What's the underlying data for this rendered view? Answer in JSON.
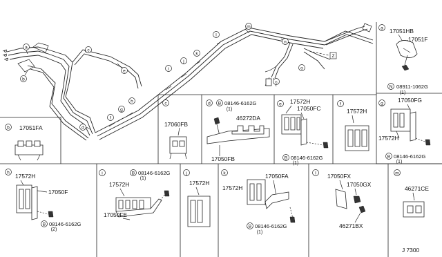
{
  "main_view": {
    "callouts": [
      "a",
      "b",
      "c",
      "e",
      "d",
      "f",
      "g",
      "h",
      "i",
      "j",
      "k",
      "l",
      "m",
      "n",
      "o"
    ],
    "section_ref": "Z"
  },
  "panels": {
    "a": {
      "letter": "a",
      "parts": [
        "17051HB",
        "17051F"
      ],
      "bolt_code": "08911-1062G",
      "bolt_qty": "(1)",
      "bolt_prefix": "N"
    },
    "b": {
      "letter": "b",
      "parts": [
        "17051FA"
      ]
    },
    "c": {
      "letter": "c",
      "parts": [
        "17060FB"
      ]
    },
    "d": {
      "letter": "d",
      "bolt_code": "08146-6162G",
      "bolt_qty": "(1)",
      "bolt_prefix": "B",
      "parts": [
        "46272DA",
        "17050FB"
      ]
    },
    "e": {
      "letter": "e",
      "parts": [
        "17572H",
        "17050FC"
      ],
      "bolt_code": "08146-6162G",
      "bolt_qty": "(1)",
      "bolt_prefix": "B"
    },
    "f": {
      "letter": "f",
      "parts": [
        "17572H"
      ]
    },
    "g": {
      "letter": "g",
      "parts": [
        "17050FG",
        "17572H"
      ],
      "bolt_code": "08146-6162G",
      "bolt_qty": "(1)",
      "bolt_prefix": "B"
    },
    "h": {
      "letter": "h",
      "parts": [
        "17572H",
        "17050F"
      ],
      "bolt_code": "08146-6162G",
      "bolt_qty": "(2)",
      "bolt_prefix": "B"
    },
    "i": {
      "letter": "i",
      "bolt_code": "08146-6162G",
      "bolt_qty": "(1)",
      "bolt_prefix": "B",
      "parts": [
        "17572H",
        "17050FE"
      ]
    },
    "j": {
      "letter": "j",
      "parts": [
        "17572H"
      ]
    },
    "k": {
      "letter": "k",
      "parts": [
        "17572H",
        "17050FA"
      ],
      "bolt_code": "08146-6162G",
      "bolt_qty": "(1)",
      "bolt_prefix": "B"
    },
    "l": {
      "letter": "l",
      "parts": [
        "17050FX",
        "17050GX",
        "46271BX"
      ]
    },
    "m": {
      "letter": "m",
      "parts": [
        "46271CE"
      ]
    }
  },
  "footer": {
    "diagram_code": "J 7300"
  },
  "colors": {
    "line": "#222222",
    "background": "#ffffff"
  }
}
